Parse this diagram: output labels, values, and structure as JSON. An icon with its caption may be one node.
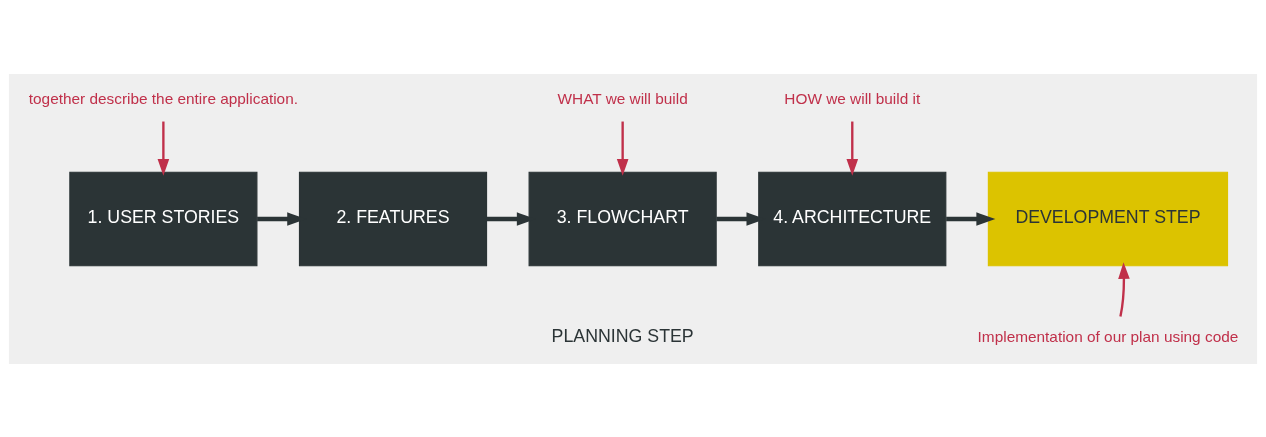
{
  "diagram": {
    "nodes": [
      {
        "text": [
          "together describe the entire application."
        ]
      },
      {
        "text": [
          "WHAT we will build"
        ]
      },
      {
        "text": [
          "HOW we will build it"
        ]
      },
      {
        "text": [
          "1. USER STORIES"
        ]
      },
      {
        "text": [
          "2. FEATURES"
        ]
      },
      {
        "text": [
          "3. FLOWCHART"
        ]
      },
      {
        "text": [
          "4. ARCHITECTURE"
        ]
      },
      {
        "text": [
          "DEVELOPMENT STEP"
        ]
      },
      {
        "text": [
          "Implementation of our plan using code"
        ]
      }
    ],
    "edges": [
      {
        "from": 0,
        "to": 3,
        "arrow": "to",
        "color": "#c0304a"
      },
      {
        "from": 1,
        "to": 5,
        "arrow": "to",
        "color": "#c0304a"
      },
      {
        "from": 2,
        "to": 6,
        "arrow": "to",
        "color": "#c0304a"
      },
      {
        "from": 3,
        "to": 4,
        "arrow": "to",
        "style": "thick",
        "color": "#2b3436"
      },
      {
        "from": 4,
        "to": 5,
        "arrow": "to",
        "style": "thick",
        "color": "#2b3436"
      },
      {
        "from": 5,
        "to": 6,
        "arrow": "to",
        "style": "thick",
        "color": "#2b3436"
      },
      {
        "from": 6,
        "to": 7,
        "arrow": "to",
        "style": "thick",
        "color": "#2b3436"
      },
      {
        "from": 8,
        "to": 7,
        "arrow": "to",
        "color": "#c0304a"
      }
    ],
    "labels": [
      "PLANNING STEP"
    ]
  }
}
